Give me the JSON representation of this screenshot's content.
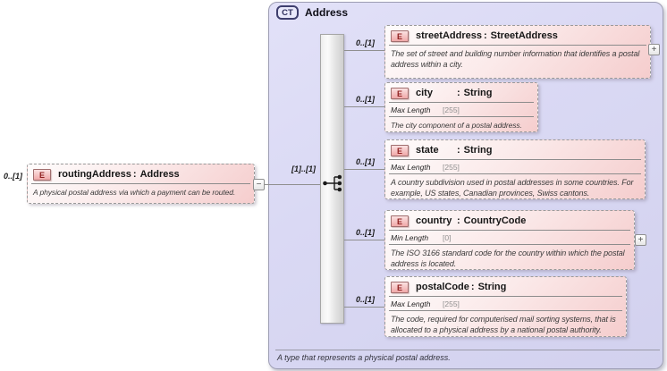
{
  "labels": {
    "colon": ":"
  },
  "root_element": {
    "cardinality": "0..[1]",
    "badge": "E",
    "name": "routingAddress",
    "type": "Address",
    "annotation": "A physical postal address via which a payment can be routed.",
    "collapse_glyph": "−"
  },
  "connector": {
    "cardinality": "[1]..[1]"
  },
  "complex_type": {
    "badge": "CT",
    "name": "Address",
    "footer_annotation": "A type that represents a physical postal address.",
    "children": [
      {
        "cardinality": "0..[1]",
        "badge": "E",
        "name": "streetAddress",
        "type": "StreetAddress",
        "annotation": "The set of street and building number information that identifies a postal address within a city.",
        "expand_glyph": "+"
      },
      {
        "cardinality": "0..[1]",
        "badge": "E",
        "name": "city",
        "type": "String",
        "facet_name": "Max Length",
        "facet_value": "[255]",
        "annotation": "The city component of a postal address."
      },
      {
        "cardinality": "0..[1]",
        "badge": "E",
        "name": "state",
        "type": "String",
        "facet_name": "Max Length",
        "facet_value": "[255]",
        "annotation": "A country subdivision used in postal addresses in some countries. For example, US states, Canadian provinces, Swiss cantons."
      },
      {
        "cardinality": "0..[1]",
        "badge": "E",
        "name": "country",
        "type": "CountryCode",
        "facet_name": "Min Length",
        "facet_value": "[0]",
        "annotation": "The ISO 3166 standard code for the country within which the postal address is located.",
        "expand_glyph": "+"
      },
      {
        "cardinality": "0..[1]",
        "badge": "E",
        "name": "postalCode",
        "type": "String",
        "facet_name": "Max Length",
        "facet_value": "[255]",
        "annotation": "The code, required for computerised mail sorting systems, that is allocated to a physical address by a national postal authority."
      }
    ]
  }
}
